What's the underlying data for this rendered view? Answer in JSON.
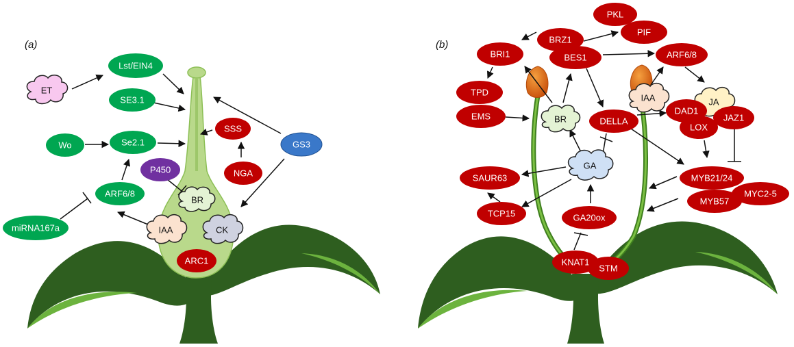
{
  "panels": {
    "a": {
      "label": "(a)"
    },
    "b": {
      "label": "(b)"
    }
  },
  "colors": {
    "red": "#c00000",
    "green": "#00a651",
    "blue": "#3a78c9",
    "purple": "#7030a0",
    "leaf_dark": "#2e5e1f",
    "leaf_light": "#6cb33e",
    "pistil": "#b9d98b",
    "stamen": "#4d9a2a",
    "anther": "#e06a12"
  },
  "nodes_a": {
    "et": "ET",
    "lst_ein4": "Lst/EIN4",
    "se3_1": "SE3.1",
    "wo": "Wo",
    "se2_1": "Se2.1",
    "sss": "SSS",
    "gs3": "GS3",
    "nga": "NGA",
    "p450": "P450",
    "arf6_8": "ARF6/8",
    "br": "BR",
    "mirna167a": "miRNA167a",
    "iaa": "IAA",
    "ck": "CK",
    "arc1": "ARC1"
  },
  "nodes_b": {
    "pkl": "PKL",
    "pif": "PIF",
    "brz1": "BRZ1",
    "bes1": "BES1",
    "bri1": "BRI1",
    "arf6_8": "ARF6/8",
    "tpd": "TPD",
    "ems": "EMS",
    "br": "BR",
    "iaa": "IAA",
    "ja": "JA",
    "dad1": "DAD1",
    "jaz1": "JAZ1",
    "della": "DELLA",
    "lox": "LOX",
    "ga": "GA",
    "saur63": "SAUR63",
    "myb21_24": "MYB21/24",
    "myc2_5": "MYC2-5",
    "myb57": "MYB57",
    "tcp15": "TCP15",
    "ga20ox": "GA20ox",
    "knat1": "KNAT1",
    "stm": "STM"
  }
}
